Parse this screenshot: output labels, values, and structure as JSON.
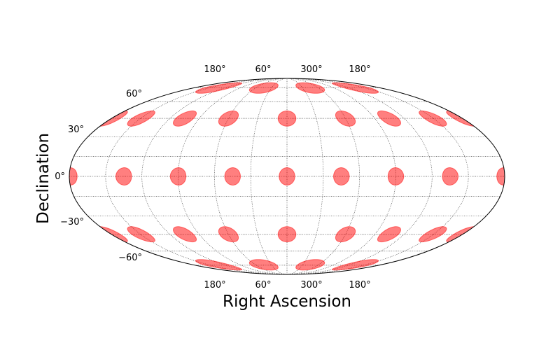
{
  "chart_data": {
    "type": "scatter",
    "projection": "mollweide",
    "title": "",
    "xlabel": "Right Ascension",
    "ylabel": "Declination",
    "grid": true,
    "x_tick_labels_top": [
      "180°",
      "60°",
      "300°",
      "180°"
    ],
    "x_tick_labels_bottom": [
      "180°",
      "60°",
      "300°",
      "180°"
    ],
    "y_tick_labels": [
      "60°",
      "30°",
      "0°",
      "−30°",
      "−60°"
    ],
    "y_tick_values": [
      60,
      30,
      0,
      -30,
      -60
    ],
    "marker": "ellipse",
    "marker_color": "#ff0000",
    "marker_opacity": 0.5,
    "rows": [
      {
        "dec": 75,
        "lon": [
          -135,
          -45,
          45,
          135
        ]
      },
      {
        "dec": 45,
        "lon": [
          -180,
          -150,
          -105,
          -60,
          0,
          60,
          105,
          150,
          180
        ]
      },
      {
        "dec": 0,
        "lon": [
          -180,
          -135,
          -90,
          -45,
          0,
          45,
          90,
          135,
          180
        ]
      },
      {
        "dec": -45,
        "lon": [
          -180,
          -150,
          -105,
          -60,
          0,
          60,
          105,
          150,
          180
        ]
      },
      {
        "dec": -75,
        "lon": [
          -135,
          -45,
          45,
          135
        ]
      }
    ]
  }
}
